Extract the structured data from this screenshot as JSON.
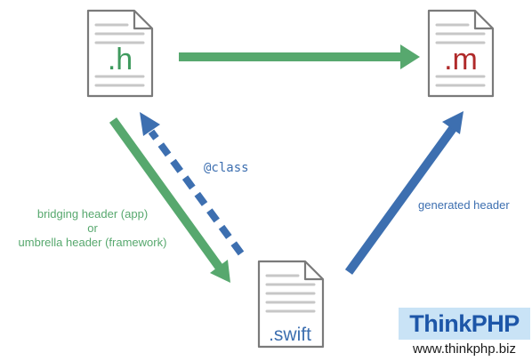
{
  "files": {
    "h": {
      "ext": ".h",
      "color": "#3f9a5e"
    },
    "m": {
      "ext": ".m",
      "color": "#b02a2a"
    },
    "swift": {
      "ext": ".swift",
      "color": "#3d6fb0"
    }
  },
  "edges": {
    "h_to_m": {
      "color": "#57a86e"
    },
    "h_to_swift": {
      "label_lines": [
        "bridging header (app)",
        "or",
        "umbrella header (framework)"
      ],
      "color": "#57a86e"
    },
    "swift_to_h": {
      "label": "@class",
      "color": "#3d6fb0",
      "style": "dashed"
    },
    "swift_to_m": {
      "label": "generated header",
      "color": "#3d6fb0"
    }
  },
  "watermark": {
    "logo_text": "ThinkPHP",
    "url": "www.thinkphp.biz"
  }
}
